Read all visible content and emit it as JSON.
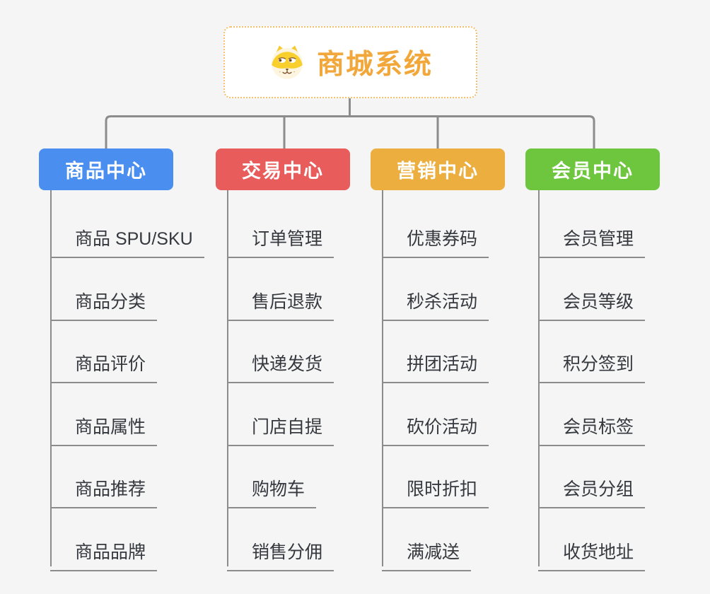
{
  "root": {
    "title": "商城系统",
    "icon": "shiba-dog-icon",
    "title_color": "#f2a73b",
    "border_color": "#f2c06e"
  },
  "connector_color": "#8c8c8c",
  "background_color": "#f5f5f6",
  "branches": [
    {
      "label": "商品中心",
      "color": "#4a8ff0",
      "items": [
        "商品 SPU/SKU",
        "商品分类",
        "商品评价",
        "商品属性",
        "商品推荐",
        "商品品牌"
      ]
    },
    {
      "label": "交易中心",
      "color": "#e85c5c",
      "items": [
        "订单管理",
        "售后退款",
        "快递发货",
        "门店自提",
        "购物车",
        "销售分佣"
      ]
    },
    {
      "label": "营销中心",
      "color": "#ebae3f",
      "items": [
        "优惠券码",
        "秒杀活动",
        "拼团活动",
        "砍价活动",
        "限时折扣",
        "满减送"
      ]
    },
    {
      "label": "会员中心",
      "color": "#6ec53e",
      "items": [
        "会员管理",
        "会员等级",
        "积分签到",
        "会员标签",
        "会员分组",
        "收货地址"
      ]
    }
  ]
}
